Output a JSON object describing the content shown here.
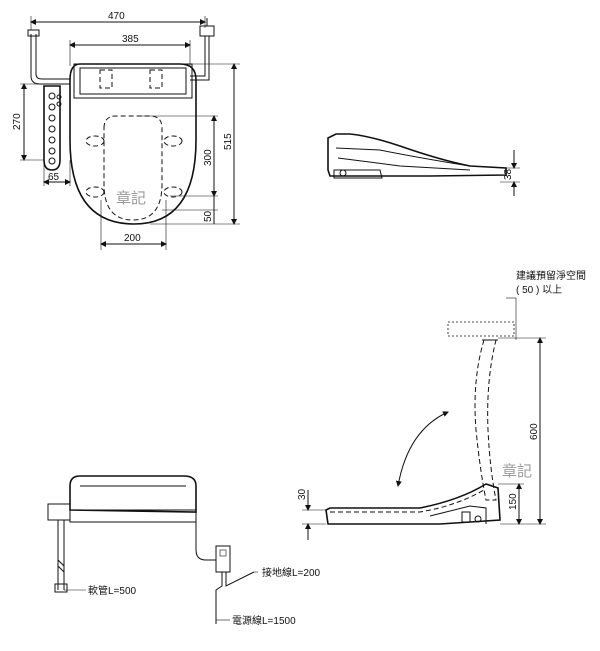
{
  "top_view": {
    "dim_overall_width": "470",
    "dim_seat_width": "385",
    "dim_side_depth": "270",
    "dim_offset": "65",
    "dim_total_length": "515",
    "dim_seat_length": "300",
    "dim_front_gap": "50",
    "dim_opening_width": "200",
    "watermark": "章記"
  },
  "side_view": {
    "dim_height": "38"
  },
  "lid_view": {
    "clearance_note": "建議預留淨空間",
    "clearance_value": "( 50 ) 以上",
    "dim_open_height": "600",
    "dim_base_height": "150",
    "dim_seat_height": "30",
    "watermark": "章記"
  },
  "install_view": {
    "hose_label": "軟管L=500",
    "ground_label": "接地線L=200",
    "power_label": "電源線L=1500"
  }
}
